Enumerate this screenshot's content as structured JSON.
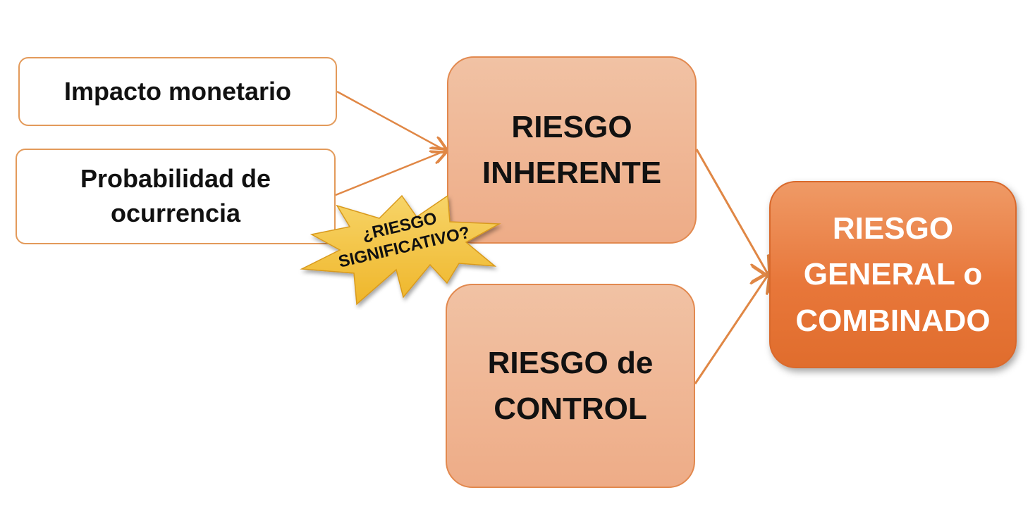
{
  "inputs": {
    "impacto": "Impacto monetario",
    "probabilidad": [
      "Probabilidad de",
      "ocurrencia"
    ]
  },
  "risks": {
    "inherente": [
      "RIESGO",
      "INHERENTE"
    ],
    "control": [
      "RIESGO de",
      "CONTROL"
    ],
    "general": [
      "RIESGO",
      "GENERAL o",
      "COMBINADO"
    ]
  },
  "callout": {
    "lines": [
      "¿RIESGO",
      "SIGNIFICATIVO?"
    ]
  },
  "colors": {
    "connector": "#e08745",
    "box_border": "#e39a5a",
    "risk_fill": "#eeb391",
    "combined_fill": "#e8773a",
    "callout_fill": "#f3c13a"
  },
  "icons": {
    "callout_shape": "starburst"
  }
}
